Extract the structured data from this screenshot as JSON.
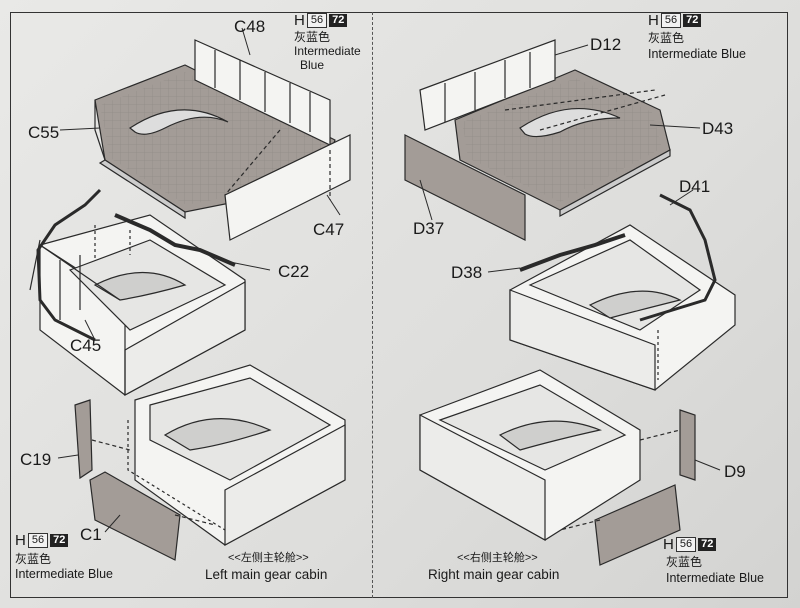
{
  "left": {
    "labels": {
      "c48": "C48",
      "c55": "C55",
      "c47": "C47",
      "c22": "C22",
      "c45": "C45",
      "c19": "C19",
      "c1": "C1"
    },
    "paint_top": {
      "h": "H",
      "code": "56",
      "dark": "72",
      "cn": "灰蓝色",
      "en1": "Intermediate",
      "en2": "Blue"
    },
    "paint_bottom": {
      "h": "H",
      "code": "56",
      "dark": "72",
      "cn": "灰蓝色",
      "en": "Intermediate Blue"
    },
    "caption_cn": "<<左侧主轮舱>>",
    "caption_en": "Left main gear cabin"
  },
  "right": {
    "labels": {
      "d12": "D12",
      "d43": "D43",
      "d41": "D41",
      "d37": "D37",
      "d38": "D38",
      "d9": "D9"
    },
    "paint_top": {
      "h": "H",
      "code": "56",
      "dark": "72",
      "cn": "灰蓝色",
      "en": "Intermediate Blue"
    },
    "paint_bottom": {
      "h": "H",
      "code": "56",
      "dark": "72",
      "cn": "灰蓝色",
      "en": "Intermediate Blue"
    },
    "caption_cn": "<<右侧主轮舱>>",
    "caption_en": "Right main gear cabin"
  },
  "colors": {
    "part_fill": "#f4f4f2",
    "tinted_fill": "#a39c97",
    "line": "#2a2a2a"
  }
}
